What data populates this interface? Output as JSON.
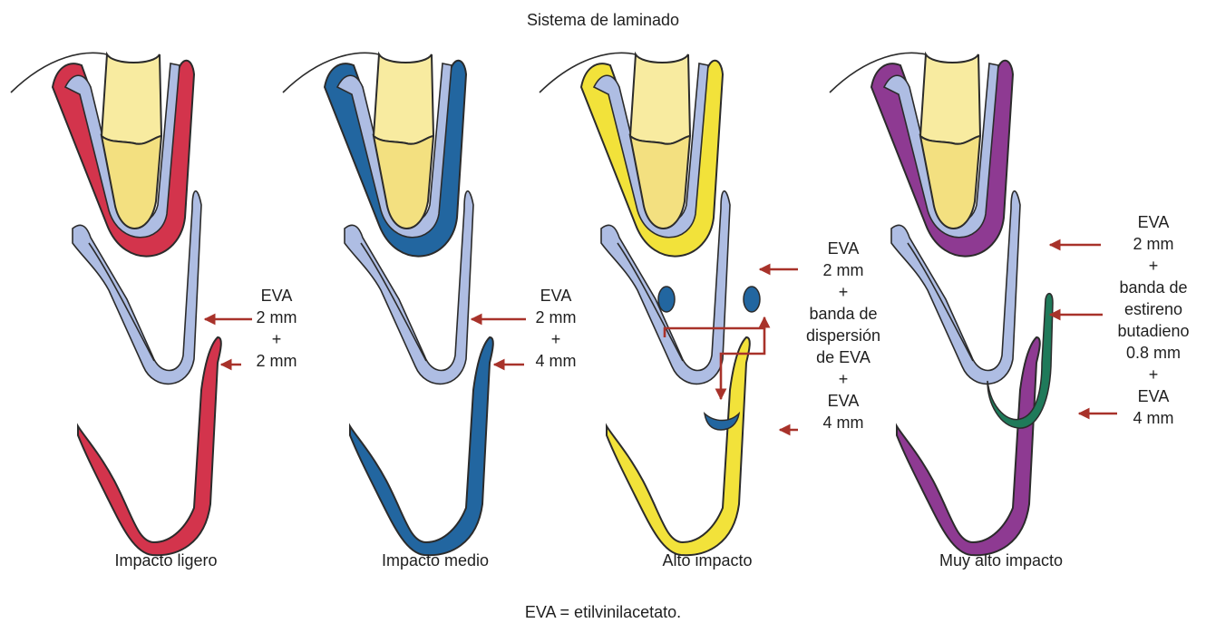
{
  "title": "Sistema de laminado",
  "footnote": "EVA = etilvinilacetato.",
  "colors": {
    "tooth": "#f8eba0",
    "tooth_tip": "#f3e080",
    "gum_outline": "#2b2b2b",
    "soft_tissue": "#aebde3",
    "arrow": "#a8322a"
  },
  "panels": [
    {
      "caption": "Impacto ligero",
      "layer_color": "#d3344c",
      "label_lines": [
        "EVA",
        "2 mm",
        "+",
        "2 mm"
      ]
    },
    {
      "caption": "Impacto medio",
      "layer_color": "#2266a0",
      "label_lines": [
        "EVA",
        "2 mm",
        "+",
        "4 mm"
      ]
    },
    {
      "caption": "Alto impacto",
      "layer_color": "#f2e23a",
      "accent_color": "#2266a0",
      "label_lines": [
        "EVA",
        "2 mm",
        "+",
        "banda de",
        "dispersión",
        "de EVA",
        "+",
        "EVA",
        "4 mm"
      ]
    },
    {
      "caption": "Muy alto impacto",
      "layer_color": "#8e3a92",
      "accent_color": "#1f7a5a",
      "label_lines": [
        "EVA",
        "2 mm",
        "+",
        "banda de",
        "estireno",
        "butadieno",
        "0.8 mm",
        "+",
        "EVA",
        "4 mm"
      ]
    }
  ]
}
